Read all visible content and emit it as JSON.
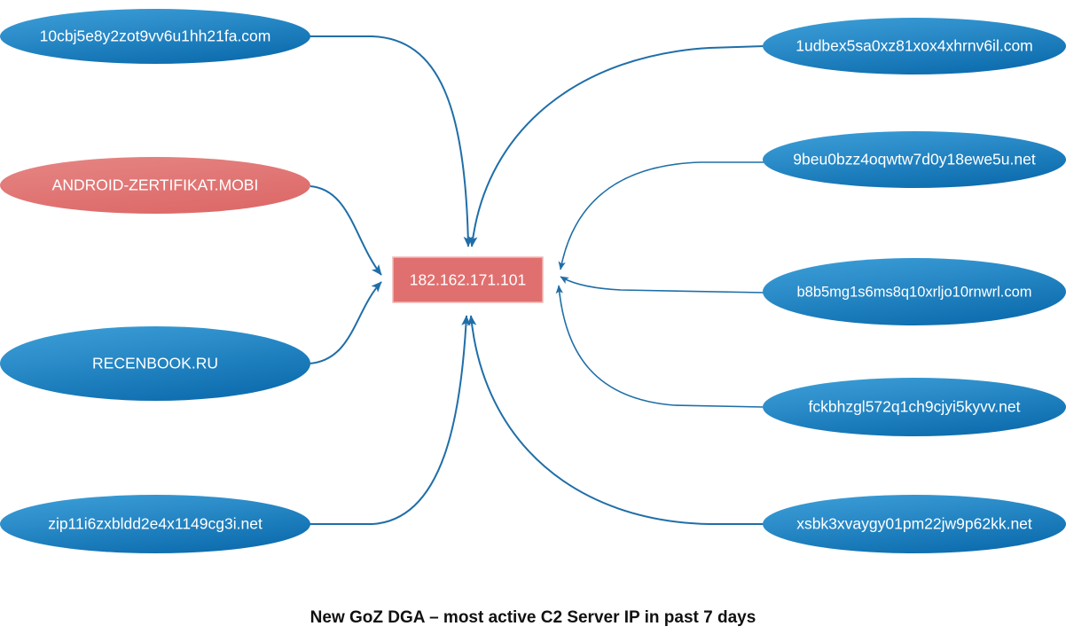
{
  "diagram": {
    "title": "New GoZ DGA – most active C2 Server IP in past 7 days",
    "center_node": {
      "label": "182.162.171.101",
      "shape": "rectangle",
      "fill": "#e0706f",
      "text_color": "#ffffff"
    },
    "colors": {
      "ellipse_blue_light": "#3d9bd4",
      "ellipse_blue_dark": "#1173b4",
      "ellipse_red_fill": "#e0706f",
      "edge_stroke": "#1f6ea8",
      "background": "#ffffff",
      "caption_color": "#111111"
    },
    "left_nodes": [
      {
        "label": "10cbj5e8y2zot9vv6u1hh21fa.com",
        "shape": "ellipse",
        "color": "blue"
      },
      {
        "label": "ANDROID-ZERTIFIKAT.MOBI",
        "shape": "ellipse",
        "color": "red"
      },
      {
        "label": "RECENBOOK.RU",
        "shape": "ellipse",
        "color": "blue"
      },
      {
        "label": "zip11i6zxbldd2e4x1149cg3i.net",
        "shape": "ellipse",
        "color": "blue"
      }
    ],
    "right_nodes": [
      {
        "label": "1udbex5sa0xz81xox4xhrnv6il.com",
        "shape": "ellipse",
        "color": "blue"
      },
      {
        "label": "9beu0bzz4oqwtw7d0y18ewe5u.net",
        "shape": "ellipse",
        "color": "blue"
      },
      {
        "label": "b8b5mg1s6ms8q10xrljo10rnwrl.com",
        "shape": "ellipse",
        "color": "blue"
      },
      {
        "label": "fckbhzgl572q1ch9cjyi5kyvv.net",
        "shape": "ellipse",
        "color": "blue"
      },
      {
        "label": "xsbk3xvaygy01pm22jw9p62kk.net",
        "shape": "ellipse",
        "color": "blue"
      }
    ]
  }
}
